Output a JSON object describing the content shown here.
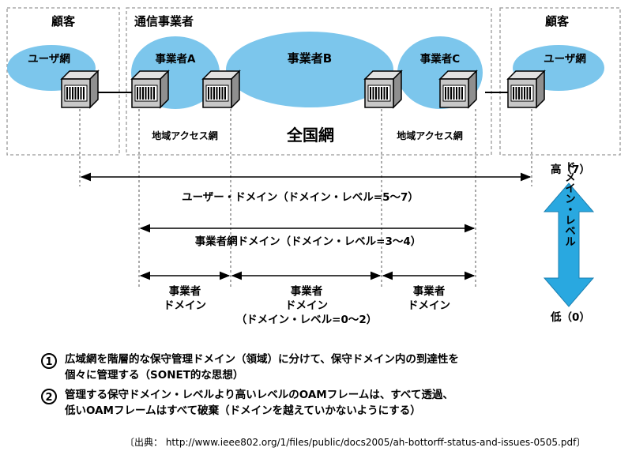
{
  "labels": {
    "customer_left": "顧客",
    "carrier_group": "通信事業者",
    "customer_right": "顧客",
    "user_net_left": "ユーザ網",
    "user_net_right": "ユーザ網",
    "carrier_a": "事業者A",
    "carrier_b": "事業者B",
    "carrier_c": "事業者C",
    "access_left": "地域アクセス網",
    "access_right": "地域アクセス網",
    "nationwide": "全国網"
  },
  "domains": {
    "user": "ユーザー・ドメイン（ドメイン・レベル=5〜7）",
    "carrier_net": "事業者網ドメイン（ドメイン・レベル=3〜4）",
    "carrier_left_1": "事業者",
    "carrier_left_2": "ドメイン",
    "carrier_mid_1": "事業者",
    "carrier_mid_2": "ドメイン",
    "carrier_mid_3": "（ドメイン・レベル=0〜2）",
    "carrier_right_1": "事業者",
    "carrier_right_2": "ドメイン"
  },
  "level_scale": {
    "high": "高（7）",
    "low": "低（0）",
    "title": "ドメイン・レベル",
    "color": "#29a8e0"
  },
  "notes": [
    {
      "num": "1",
      "line1": "広域網を階層的な保守管理ドメイン（領域）に分けて、保守ドメイン内の到達性を",
      "line2": "個々に管理する（SONET的な思想）"
    },
    {
      "num": "2",
      "line1": "管理する保守ドメイン・レベルより高いレベルのOAMフレームは、すべて透過、",
      "line2": "低いOAMフレームはすべて破棄（ドメインを越えていかないようにする）"
    }
  ],
  "source": "〔出典： http://www.ieee802.org/1/files/public/docs2005/ah-bottorff-status-and-issues-0505.pdf〕",
  "colors": {
    "cloud": "#7cc6ec",
    "device_face": "#c8c8c8",
    "device_side": "#8f8f8f"
  }
}
